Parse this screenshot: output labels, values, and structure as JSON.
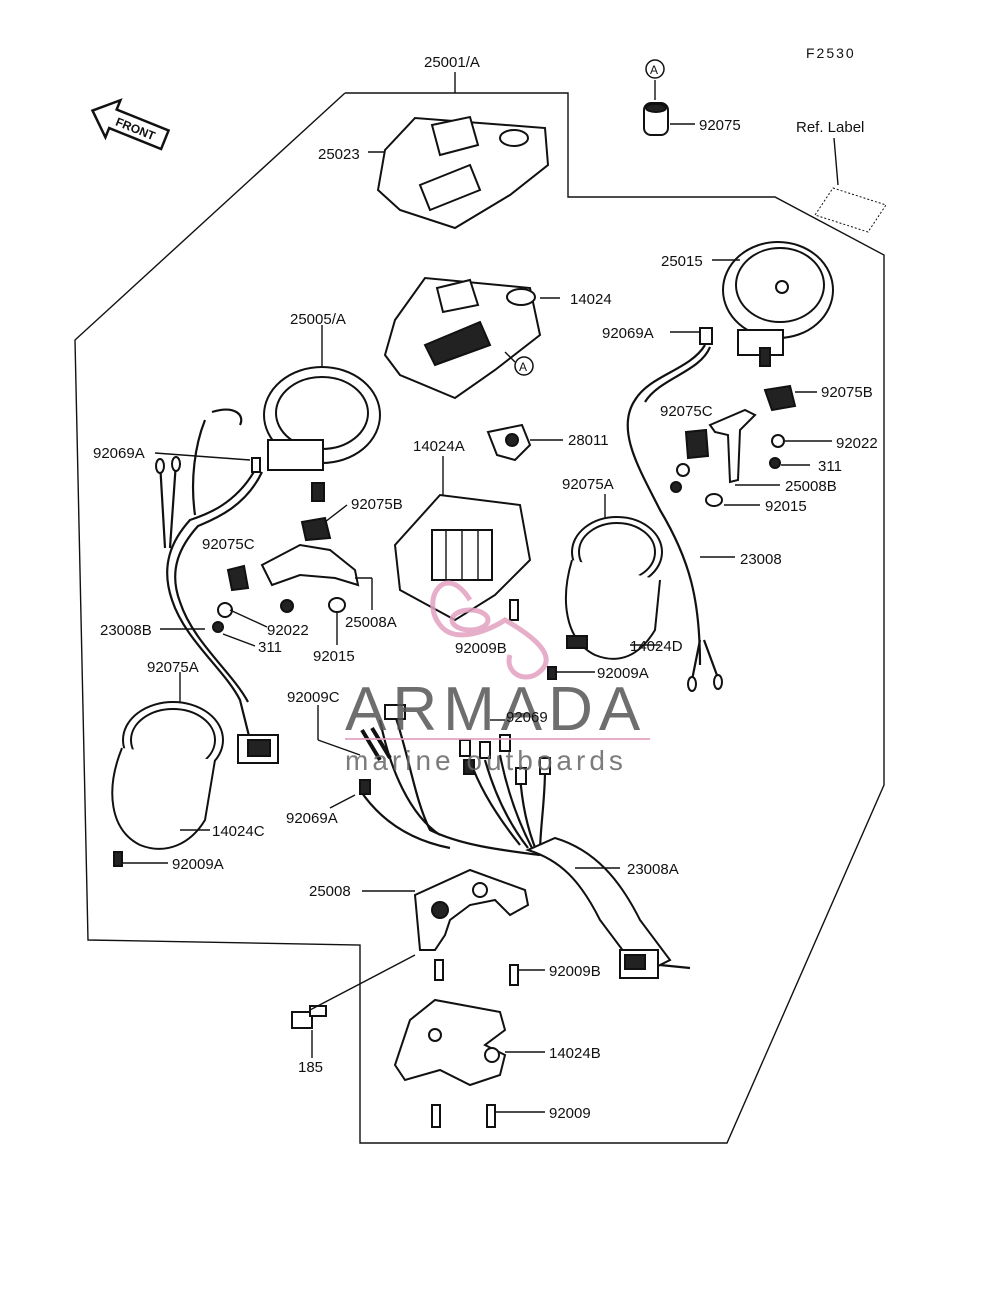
{
  "figure_code": "F2530",
  "front_arrow_label": "FRONT",
  "ref_label": "Ref. Label",
  "callout_marker": "A",
  "watermark": {
    "brand": "ARMADA",
    "tagline": "marine outboards",
    "accent_color": "#e2a0c0"
  },
  "parts": {
    "p25001A": "25001/A",
    "p25023": "25023",
    "p92075": "92075",
    "p25015": "25015",
    "p14024": "14024",
    "p92069A_r": "92069A",
    "p92075B_r": "92075B",
    "p25005A": "25005/A",
    "p92075C_r": "92075C",
    "p92022_r": "92022",
    "p311_r": "311",
    "p14024A": "14024A",
    "p28011": "28011",
    "p25008B": "25008B",
    "p92069A_l": "92069A",
    "p92075A_r": "92075A",
    "p92015_r": "92015",
    "p92075B_l": "92075B",
    "p92075C_l": "92075C",
    "p23008": "23008",
    "p25008A": "25008A",
    "p23008B": "23008B",
    "p92022_l": "92022",
    "p92009B_c": "92009B",
    "p14024D": "14024D",
    "p311_l": "311",
    "p92015_l": "92015",
    "p92075A_l": "92075A",
    "p92009A_r": "92009A",
    "p92009C": "92009C",
    "p92069": "92069",
    "p92069A_b": "92069A",
    "p14024C": "14024C",
    "p23008A": "23008A",
    "p92009A_l": "92009A",
    "p25008": "25008",
    "p92009B_b": "92009B",
    "p185": "185",
    "p14024B": "14024B",
    "p92009": "92009"
  }
}
